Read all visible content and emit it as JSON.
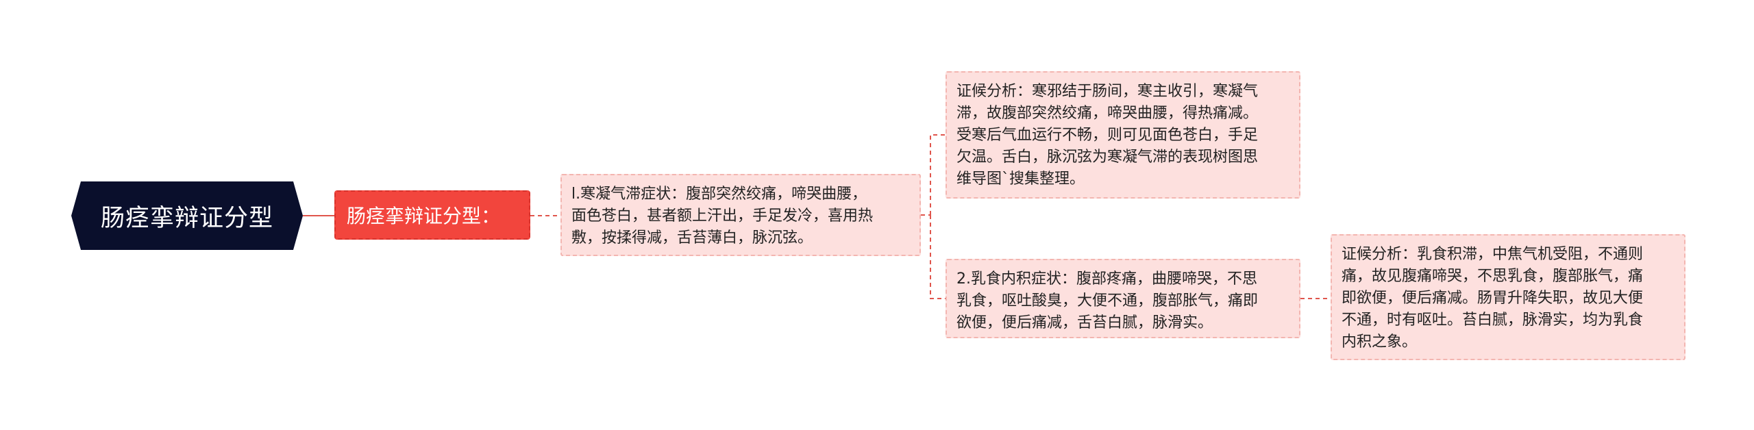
{
  "mindmap": {
    "root": {
      "text": "肠痉挛辩证分型"
    },
    "level1": {
      "text": "肠痉挛辩证分型："
    },
    "node_cold": {
      "text": "l.寒凝气滞症状：腹部突然绞痛，啼哭曲腰，\n面色苍白，甚者额上汗出，手足发冷，喜用热\n敷，按揉得减，舌苔薄白，脉沉弦。"
    },
    "node_cold_analysis": {
      "text": "证候分析：寒邪结于肠间，寒主收引，寒凝气\n滞，故腹部突然绞痛，啼哭曲腰，得热痛减。\n受寒后气血运行不畅，则可见面色苍白，手足\n欠温。舌白，脉沉弦为寒凝气滞的表现树图思\n维导图`搜集整理。"
    },
    "node_food": {
      "text": "2.乳食内积症状：腹部疼痛，曲腰啼哭，不思\n乳食，呕吐酸臭，大便不通，腹部胀气，痛即\n欲便，便后痛减，舌苔白腻，脉滑实。"
    },
    "node_food_analysis": {
      "text": "证候分析：乳食积滞，中焦气机受阻，不通则\n痛，故见腹痛啼哭，不思乳食，腹部胀气，痛\n即欲便，便后痛减。肠胃升降失职，故见大便\n不通，时有呕吐。苔白腻，脉滑实，均为乳食\n内积之象。"
    }
  },
  "colors": {
    "root_bg": "#0a0f2c",
    "level1_bg": "#f2453d",
    "leaf_bg": "#fde0de",
    "leaf_border": "#f3b5b0",
    "connector": "#e0554c"
  }
}
